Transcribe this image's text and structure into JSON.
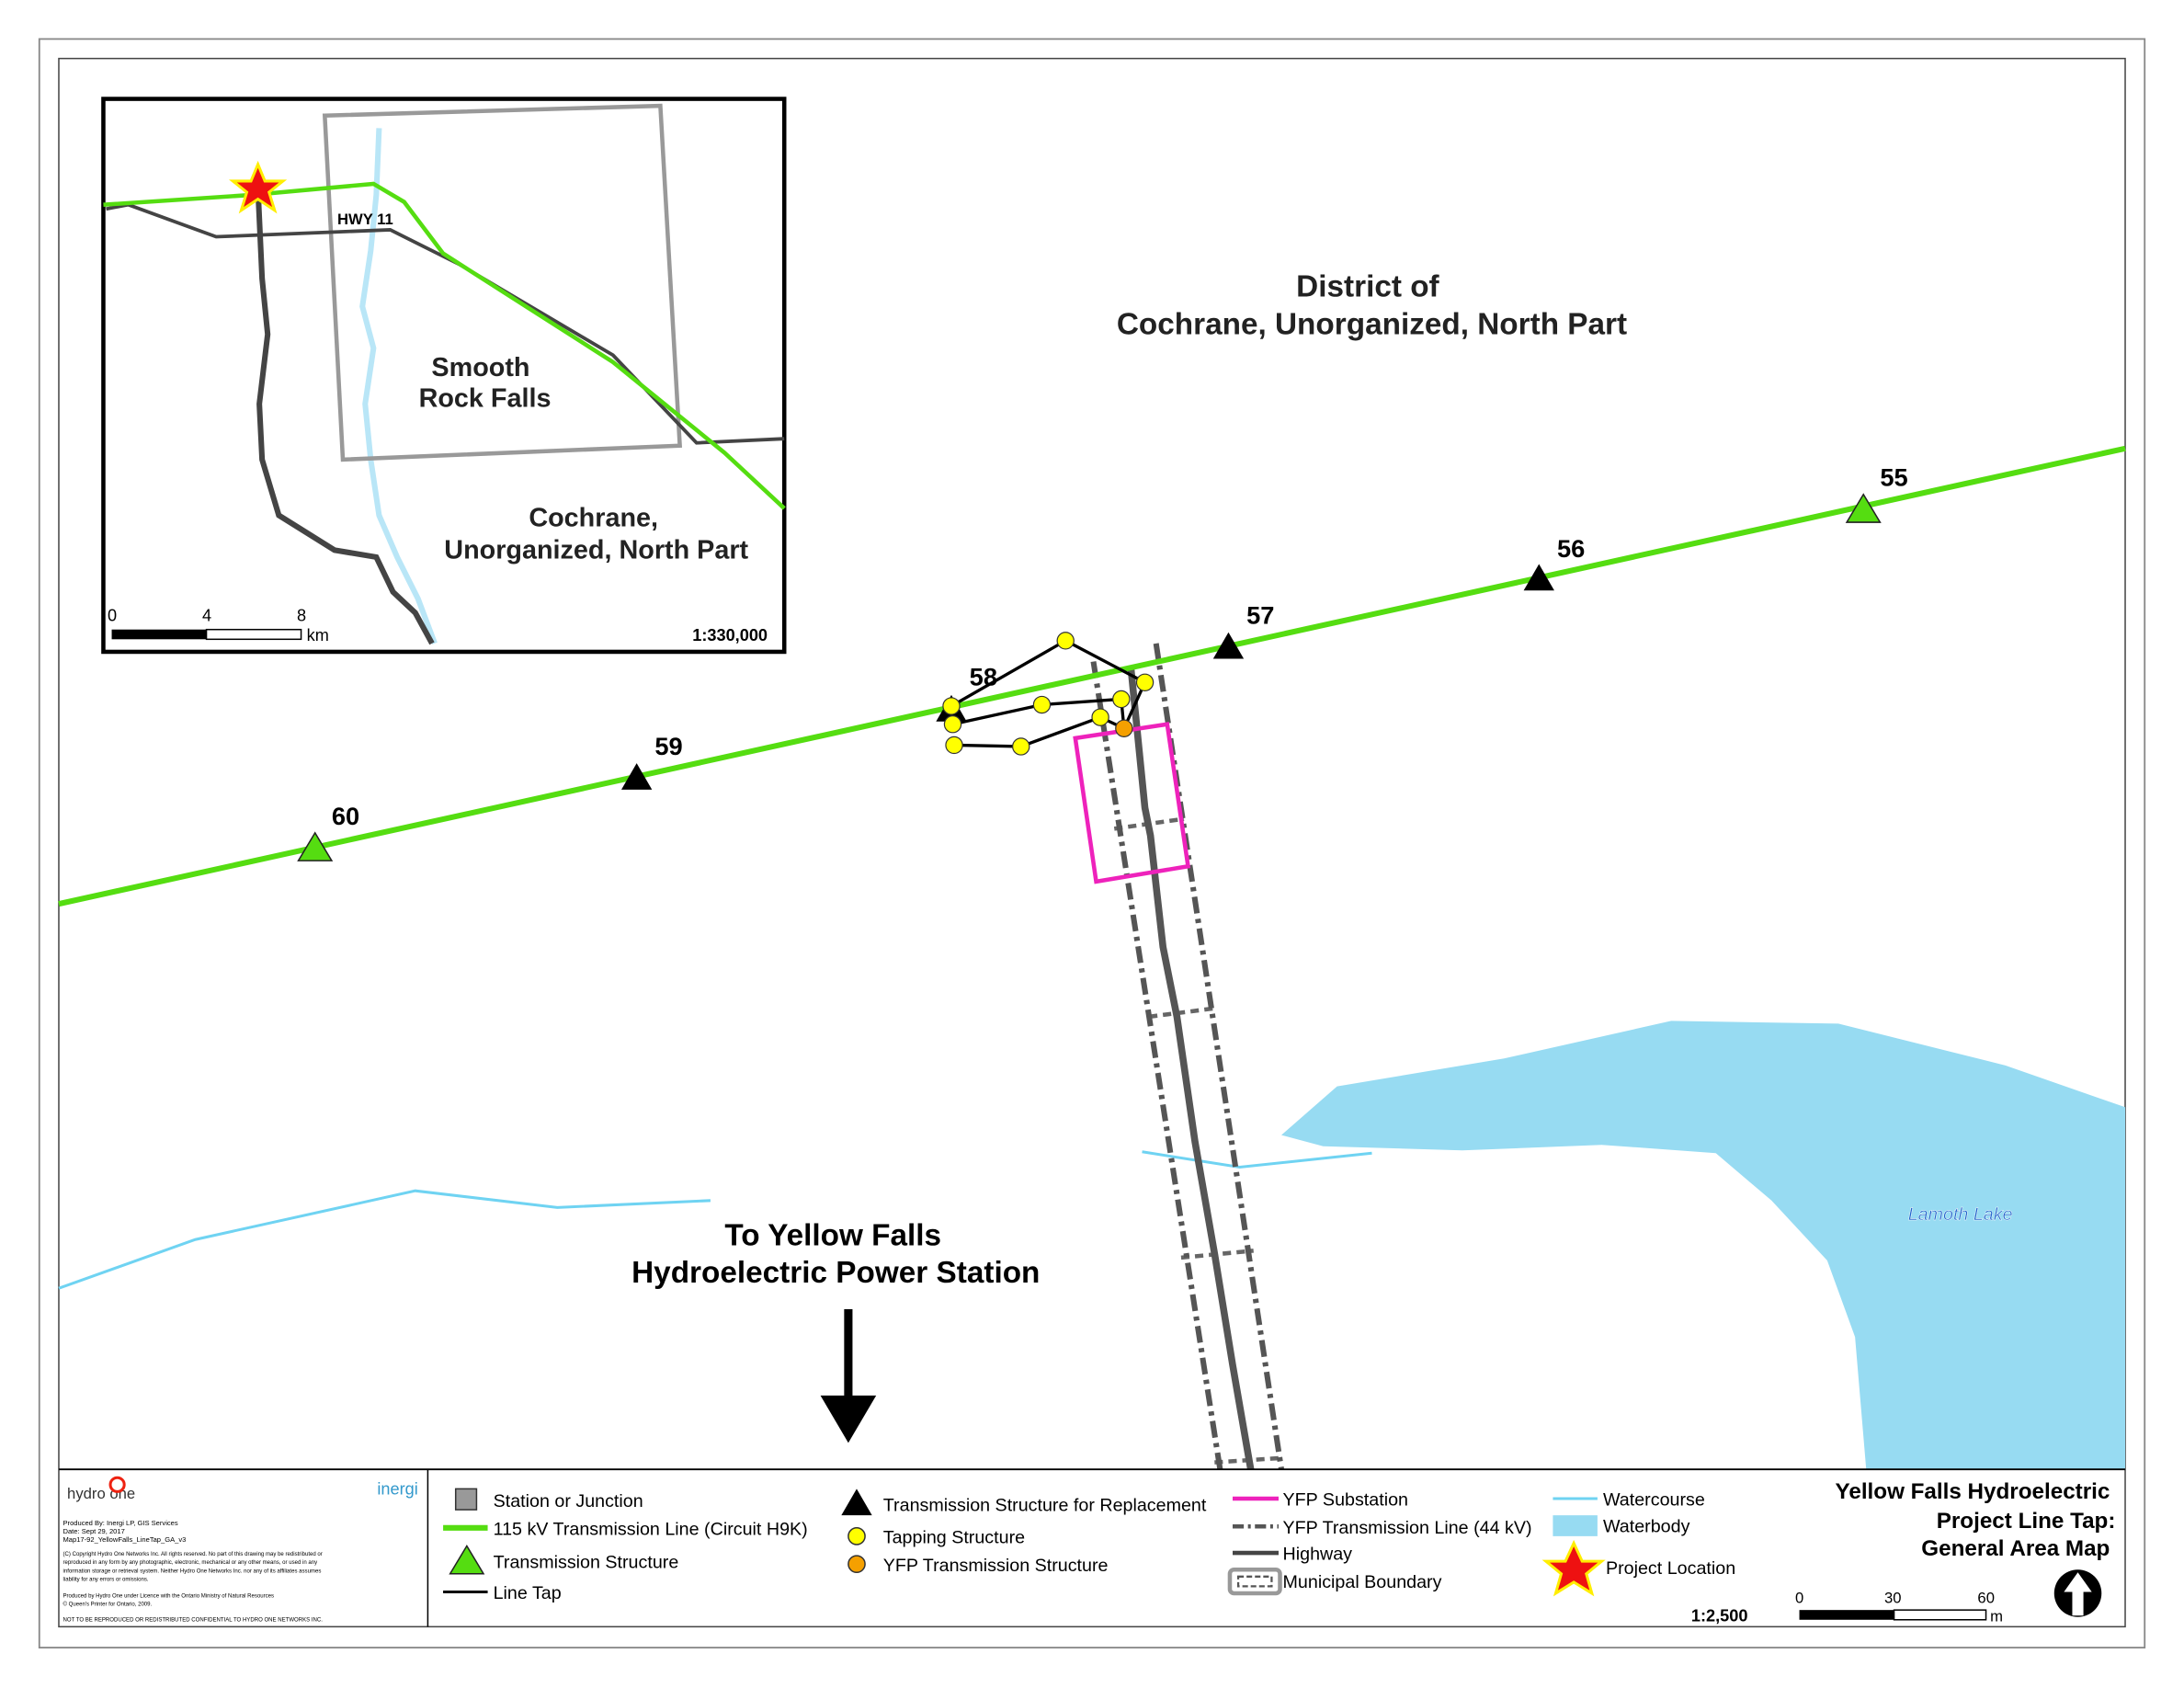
{
  "map": {
    "district_label_1": "District of",
    "district_label_2": "Cochrane, Unorganized, North Part",
    "destination_label_1": "To Yellow Falls",
    "destination_label_2": "Hydroelectric Power Station",
    "lake_label": "Lamoth Lake",
    "structures": [
      {
        "label": "60",
        "type": "transmission"
      },
      {
        "label": "59",
        "type": "replacement"
      },
      {
        "label": "58",
        "type": "replacement"
      },
      {
        "label": "57",
        "type": "replacement"
      },
      {
        "label": "56",
        "type": "replacement"
      },
      {
        "label": "55",
        "type": "transmission"
      }
    ]
  },
  "inset": {
    "highway_label": "HWY 11",
    "town_label_1": "Smooth",
    "town_label_2": "Rock Falls",
    "area_label_1": "Cochrane,",
    "area_label_2": "Unorganized, North Part",
    "scale_ticks": [
      "0",
      "4",
      "8"
    ],
    "scale_unit": "km",
    "scale_ratio": "1:330,000"
  },
  "credits": {
    "logo_left": "hydro one",
    "logo_right": "inergi",
    "produced_by": "Produced By: Inergi LP, GIS Services",
    "date": "Date: Sept 29, 2017",
    "map_id": "Map17-92_YellowFalls_LineTap_GA_v3",
    "copyright_1": "(C) Copyright Hydro One Networks Inc.  All rights reserved.  No part of this drawing may be redistributed or",
    "copyright_2": "reproduced in any form by any photographic, electronic, mechanical or any other means, or used in any",
    "copyright_3": "information storage or retrieval system.  Neither Hydro One Networks Inc. nor any of its affiliates assumes",
    "copyright_4": "liability for any errors or omissions.",
    "licence_1": "Produced by Hydro One under Licence with the Ontario Ministry of Natural Resources",
    "licence_2": "© Queen's Printer for Ontario, 2009.",
    "confidential": "NOT TO BE REPRODUCED OR REDISTRIBUTED CONFIDENTIAL TO HYDRO ONE NETWORKS INC."
  },
  "legend": {
    "station": "Station or Junction",
    "line_115": "115 kV Transmission Line (Circuit H9K)",
    "transmission_structure": "Transmission Structure",
    "line_tap": "Line Tap",
    "replacement": "Transmission Structure for Replacement",
    "tapping": "Tapping Structure",
    "yfp_structure": "YFP Transmission Structure",
    "substation": "YFP Substation",
    "yfp_line": "YFP Transmission Line (44 kV)",
    "highway": "Highway",
    "municipal": "Municipal Boundary",
    "watercourse": "Watercourse",
    "waterbody": "Waterbody",
    "project_location": "Project Location",
    "scale_ratio": "1:2,500"
  },
  "title": {
    "line_1": "Yellow Falls Hydroelectric",
    "line_2": "Project Line Tap:",
    "line_3": "General Area Map",
    "scale_ticks": [
      "0",
      "30",
      "60"
    ],
    "scale_unit": "m"
  },
  "colors": {
    "green_line": "#55dd11",
    "water": "#97dbf2",
    "watercourse": "#6fd3f2",
    "substation": "#ee22bb",
    "tapping": "#ffff00",
    "yfp": "#f5a000",
    "star": "#ee1111"
  }
}
